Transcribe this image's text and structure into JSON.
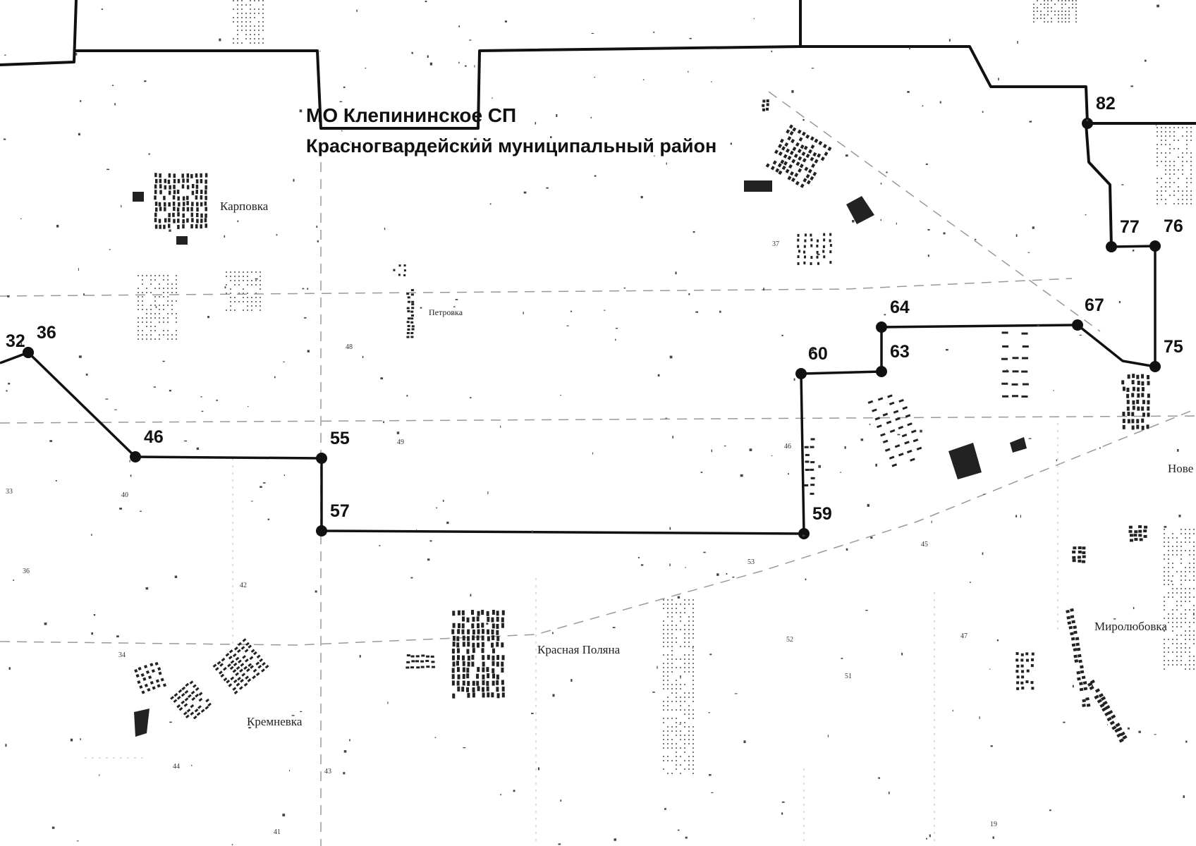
{
  "map": {
    "titles": {
      "line1": "МО Клепининское  СП",
      "line2": "Красногвардейский  муниципальный район"
    },
    "points": [
      {
        "id": "p32",
        "label": "32"
      },
      {
        "id": "p36",
        "label": "36"
      },
      {
        "id": "p46",
        "label": "46"
      },
      {
        "id": "p55",
        "label": "55"
      },
      {
        "id": "p57",
        "label": "57"
      },
      {
        "id": "p59",
        "label": "59"
      },
      {
        "id": "p60",
        "label": "60"
      },
      {
        "id": "p63",
        "label": "63"
      },
      {
        "id": "p64",
        "label": "64"
      },
      {
        "id": "p67",
        "label": "67"
      },
      {
        "id": "p75",
        "label": "75"
      },
      {
        "id": "p76",
        "label": "76"
      },
      {
        "id": "p77",
        "label": "77"
      },
      {
        "id": "p82",
        "label": "82"
      }
    ],
    "places": {
      "karpovka": "Карповка",
      "petrovka": "Петровка",
      "krasnaya_polyana": "Красная Поляна",
      "kremnevka": "Кремневка",
      "mirolyubovka": "Миролюбовка",
      "novo": "Нове"
    },
    "tiny_numbers": [
      "48",
      "49",
      "40",
      "33",
      "36",
      "42",
      "44",
      "43",
      "45",
      "52",
      "47",
      "51",
      "34",
      "37",
      "46",
      "53",
      "41",
      "19"
    ],
    "colors": {
      "boundary": "#111111",
      "background": "#ffffff",
      "settlement": "#222222"
    }
  }
}
